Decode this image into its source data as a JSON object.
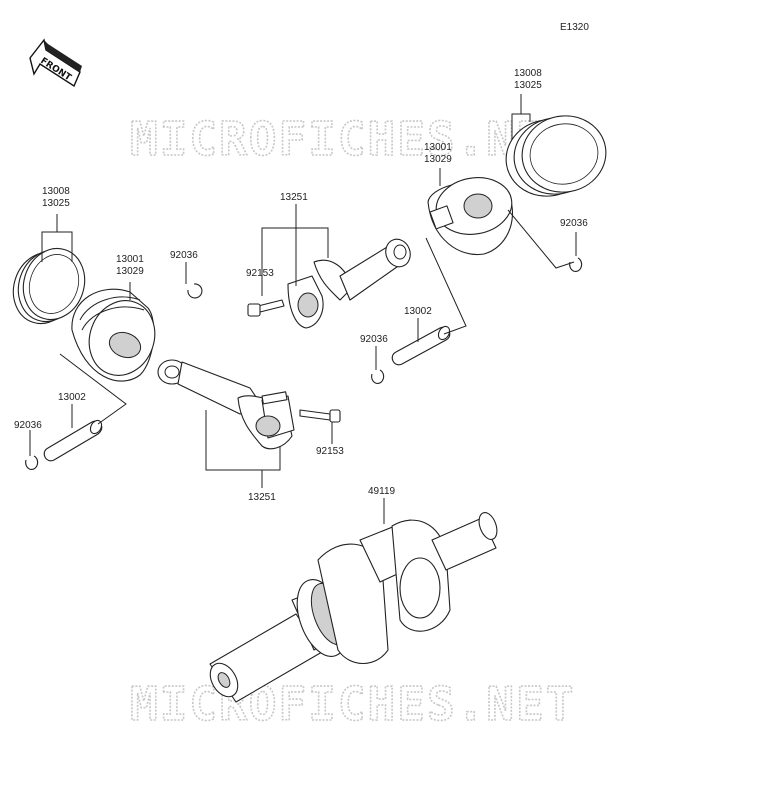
{
  "diagram_code": "E1320",
  "front_label": "FRONT",
  "watermark": "MICROFICHES.NET",
  "labels": {
    "ring_left_a": "13008",
    "ring_left_b": "13025",
    "piston_left_a": "13001",
    "piston_left_b": "13029",
    "clip_left_top": "92036",
    "pin_left": "13002",
    "clip_left_bottom": "92036",
    "rod_top": "13251",
    "bolt_top": "92153",
    "bolt_bottom": "92153",
    "rod_bottom": "13251",
    "ring_right_a": "13008",
    "ring_right_b": "13025",
    "piston_right_a": "13001",
    "piston_right_b": "13029",
    "clip_right_top": "92036",
    "pin_right": "13002",
    "clip_right_mid": "92036",
    "crankshaft": "49119"
  }
}
